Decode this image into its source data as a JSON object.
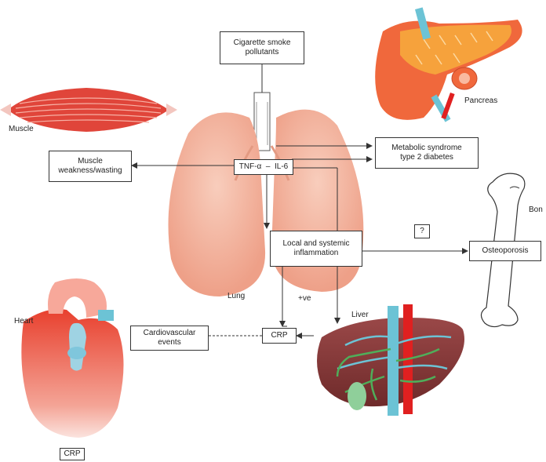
{
  "boxes": {
    "cigarette": "Cigarette smoke\npollutants",
    "metabolic": "Metabolic syndrome\ntype 2 diabetes",
    "muscle_weakness": "Muscle\nweakness/wasting",
    "tnf": "TNF-α",
    "il6": "IL-6",
    "dash": "–",
    "inflammation": "Local and systemic\ninflammation",
    "question": "?",
    "osteoporosis": "Osteoporosis",
    "cardio": "Cardiovascular\nevents",
    "crp_box": "CRP",
    "crp_bottom": "CRP"
  },
  "labels": {
    "muscle": "Muscle",
    "pancreas": "Pancreas",
    "bone": "Bon",
    "lung": "Lung",
    "heart": "Heart",
    "liver": "Liver",
    "plus_ve": "+ve"
  },
  "colors": {
    "lung": "#f3b9a4",
    "lung_dark": "#e59a80",
    "muscle": "#e0453a",
    "pancreas": "#f0683c",
    "pancreas_orange": "#f6a23c",
    "heart": "#e84a3a",
    "heart_light": "#f7a89a",
    "vessel_blue": "#6cc3d5",
    "liver": "#8b3a3a",
    "liver_green": "#4fae5a",
    "red_vessel": "#e02020"
  }
}
